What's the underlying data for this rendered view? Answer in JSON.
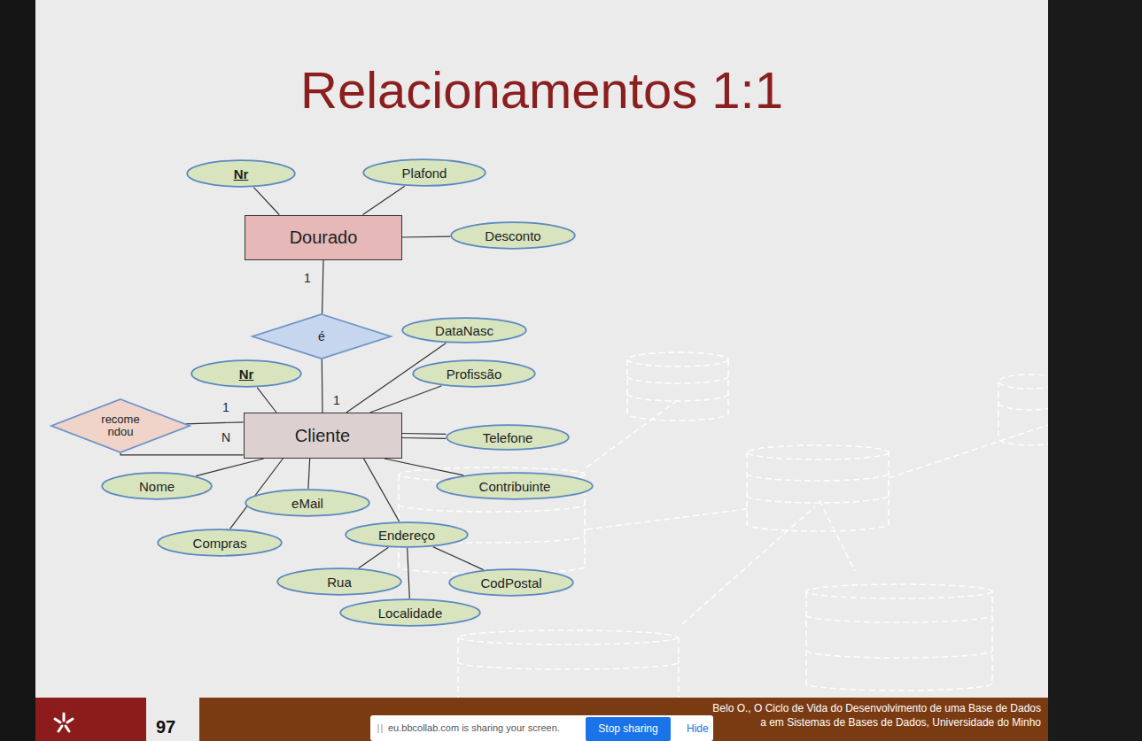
{
  "diagram": {
    "title": "Relacionamentos 1:1",
    "nodes": [
      {
        "text": [
          "Nr"
        ]
      },
      {
        "text": [
          "Plafond"
        ]
      },
      {
        "text": [
          "Dourado"
        ]
      },
      {
        "text": [
          "Desconto"
        ]
      },
      {
        "text": [
          "é"
        ]
      },
      {
        "text": [
          "DataNasc"
        ]
      },
      {
        "text": [
          "Nr"
        ]
      },
      {
        "text": [
          "Profissão"
        ]
      },
      {
        "text": [
          "recome ndou"
        ]
      },
      {
        "text": [
          "Cliente"
        ]
      },
      {
        "text": [
          "Telefone"
        ]
      },
      {
        "text": [
          "Nome"
        ]
      },
      {
        "text": [
          "eMail"
        ]
      },
      {
        "text": [
          "Contribuinte"
        ]
      },
      {
        "text": [
          "Compras"
        ]
      },
      {
        "text": [
          "Endereço"
        ]
      },
      {
        "text": [
          "Rua"
        ]
      },
      {
        "text": [
          "CodPostal"
        ]
      },
      {
        "text": [
          "Localidade"
        ]
      }
    ],
    "edges": [
      {
        "from": 0,
        "to": 2,
        "arrow": "none"
      },
      {
        "from": 1,
        "to": 2,
        "arrow": "none"
      },
      {
        "from": 3,
        "to": 2,
        "arrow": "none"
      },
      {
        "from": 2,
        "to": 4,
        "label": "1",
        "arrow": "none"
      },
      {
        "from": 4,
        "to": 9,
        "label": "1",
        "arrow": "none"
      },
      {
        "from": 5,
        "to": 9,
        "arrow": "none"
      },
      {
        "from": 6,
        "to": 9,
        "arrow": "none"
      },
      {
        "from": 7,
        "to": 9,
        "arrow": "none"
      },
      {
        "from": 8,
        "to": 9,
        "label": "1",
        "arrow": "none"
      },
      {
        "from": 8,
        "to": 9,
        "label": "N",
        "arrow": "none"
      },
      {
        "from": 10,
        "to": 9,
        "arrow": "none"
      },
      {
        "from": 11,
        "to": 9,
        "arrow": "none"
      },
      {
        "from": 12,
        "to": 9,
        "arrow": "none"
      },
      {
        "from": 13,
        "to": 9,
        "arrow": "none"
      },
      {
        "from": 14,
        "to": 9,
        "arrow": "none"
      },
      {
        "from": 15,
        "to": 9,
        "arrow": "none"
      },
      {
        "from": 16,
        "to": 15,
        "arrow": "none"
      },
      {
        "from": 17,
        "to": 15,
        "arrow": "none"
      },
      {
        "from": 18,
        "to": 15,
        "arrow": "none"
      }
    ],
    "labels": [
      "97",
      "Belo O., O Ciclo de Vida do Desenvolvimento de uma Base de Dados",
      "a em Sistemas de Bases de Dados, Universidade do Minho",
      "eu.bbcollab.com is sharing your screen.",
      "Stop sharing",
      "Hide"
    ]
  }
}
